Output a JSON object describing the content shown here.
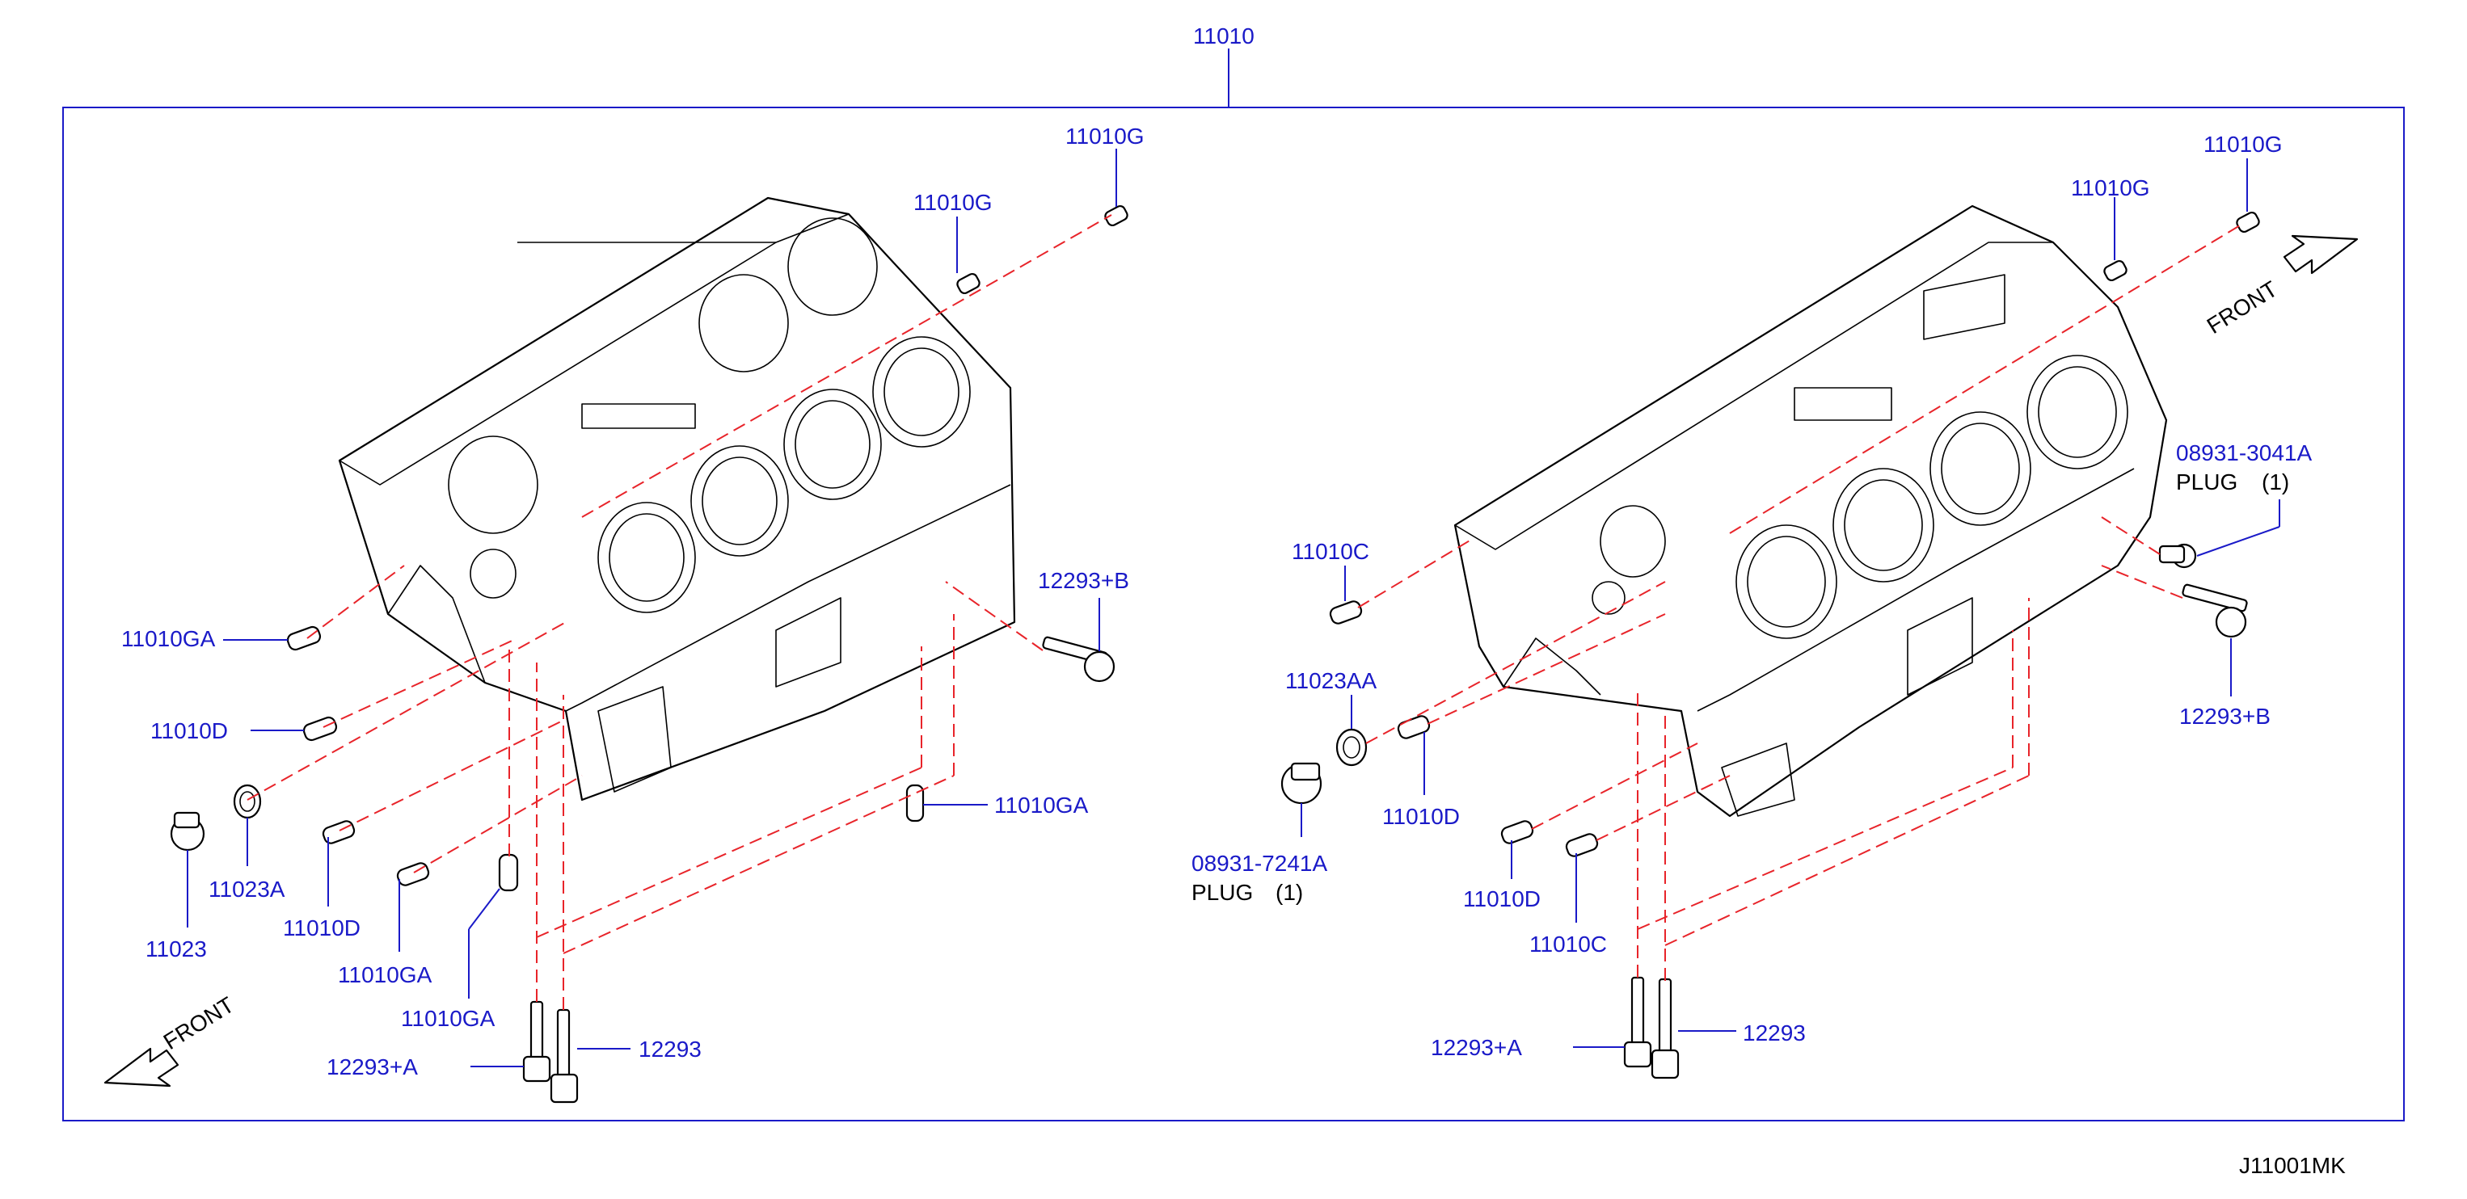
{
  "diagram": {
    "assembly_label": "11010",
    "drawing_code": "J11001MK",
    "front_label": "FRONT",
    "left_block": {
      "labels": {
        "g_top": "11010G",
        "g_mid": "11010G",
        "ga_left": "11010GA",
        "d_left": "11010D",
        "a_23": "11023A",
        "p_11023": "11023",
        "d_bottom": "11010D",
        "ga_bottom1": "11010GA",
        "ga_bottom2": "11010GA",
        "bolt_a": "12293+A",
        "bolt": "12293",
        "bolt_b": "12293+B",
        "ga_right": "11010GA"
      }
    },
    "right_block": {
      "labels": {
        "g_top": "11010G",
        "g_mid": "11010G",
        "plug1_part": "08931-3041A",
        "plug1_name": "PLUG",
        "plug1_qty": "(1)",
        "bolt_b": "12293+B",
        "c_upper": "11010C",
        "aa_23": "11023AA",
        "plug2_part": "08931-7241A",
        "plug2_name": "PLUG",
        "plug2_qty": "(1)",
        "d_mid": "11010D",
        "d_lower": "11010D",
        "c_lower": "11010C",
        "bolt_a": "12293+A",
        "bolt": "12293"
      }
    }
  }
}
